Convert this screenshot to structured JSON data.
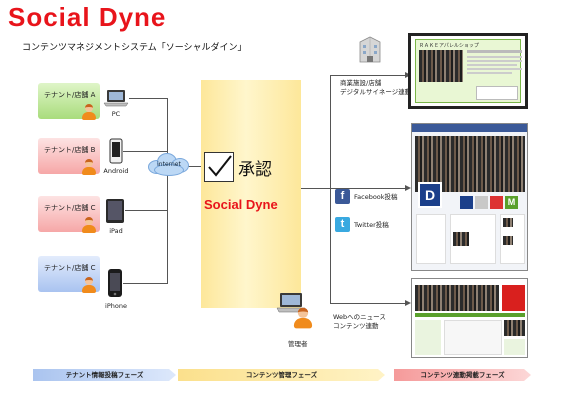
{
  "header": {
    "title": "Social  Dyne",
    "subtitle": "コンテンツマネジメントシステム「ソーシャルダイン」"
  },
  "tenants": [
    {
      "label": "テナント/店舗 A",
      "device": "PC"
    },
    {
      "label": "テナント/店舗 B",
      "device": "Android"
    },
    {
      "label": "テナント/店舗 C",
      "device": "iPad"
    },
    {
      "label": "テナント/店舗 C",
      "device": "iPhone"
    }
  ],
  "cloud_label": "internet",
  "center": {
    "approve": "承認",
    "logo": "Social  Dyne",
    "admin_label": "管理者"
  },
  "outputs": {
    "signage": [
      "商業施設/店舗",
      "デジタルサイネージ連動"
    ],
    "facebook": "Facebook投稿",
    "twitter": "Twitter投稿",
    "web": [
      "Webへのニュース",
      "コンテンツ連動"
    ]
  },
  "screens": {
    "signage_header": "ＲＡＫＥアパレルショップ"
  },
  "phases": [
    {
      "label": "テナント情報投稿フェーズ"
    },
    {
      "label": "コンテンツ管理フェーズ"
    },
    {
      "label": "コンテンツ連動掲載フェーズ"
    }
  ],
  "colors": {
    "brand_red": "#e8141b",
    "facebook_blue": "#3b5998",
    "twitter_blue": "#39a9e0"
  }
}
